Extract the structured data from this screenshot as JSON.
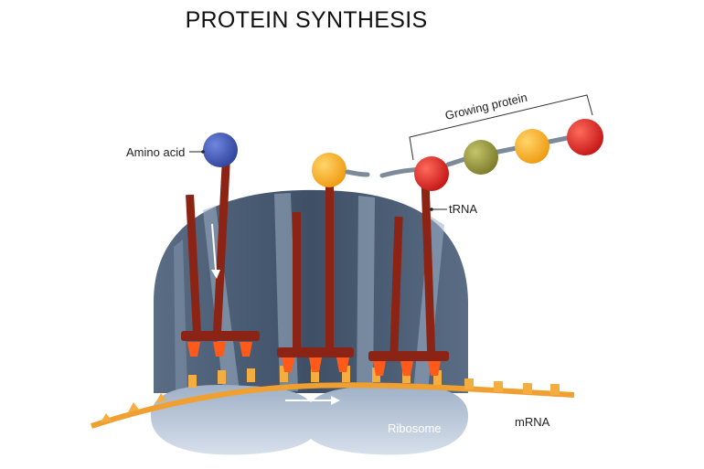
{
  "title": "PROTEIN SYNTHESIS",
  "labels": {
    "amino_acid": "Amino acid",
    "growing_protein": "Growing protein",
    "trna": "tRNA",
    "mrna": "mRNA",
    "ribosome": "Ribosome"
  },
  "colors": {
    "ribosome_large": "#4f6179",
    "ribosome_small": "#b7c4d6",
    "trna": "#8b2414",
    "mrna": "#f0a030",
    "amino_blue": "#3d56b6",
    "amino_yellow": "#f7b020",
    "amino_red": "#e22a2a",
    "amino_olive": "#9a9a40",
    "peptide_link": "#7d8a99"
  }
}
